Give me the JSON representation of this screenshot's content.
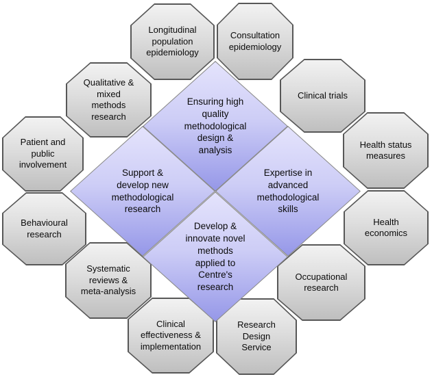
{
  "diagram": {
    "octagons": [
      {
        "label": "Longitudinal\npopulation\nepidemiology"
      },
      {
        "label": "Consultation\nepidemiology"
      },
      {
        "label": "Qualitative &\nmixed\nmethods\nresearch"
      },
      {
        "label": "Clinical trials"
      },
      {
        "label": "Patient and\npublic\ninvolvement"
      },
      {
        "label": "Health status\nmeasures"
      },
      {
        "label": "Behavioural\nresearch"
      },
      {
        "label": "Health\neconomics"
      },
      {
        "label": "Systematic\nreviews &\nmeta-analysis"
      },
      {
        "label": "Occupational\nresearch"
      },
      {
        "label": "Clinical\neffectiveness &\nimplementation"
      },
      {
        "label": "Research\nDesign\nService"
      }
    ],
    "diamonds": [
      {
        "label": "Ensuring high\nquality\nmethodological\ndesign &\nanalysis"
      },
      {
        "label": "Support &\ndevelop new\nmethodological\nresearch"
      },
      {
        "label": "Expertise in\nadvanced\nmethodological\nskills"
      },
      {
        "label": "Develop &\ninnovate novel\nmethods\napplied to\nCentre's\nresearch"
      }
    ],
    "colors": {
      "background": "#ffffff",
      "octagon_border": "#575757",
      "octagon_fill_top": "#f2f2f2",
      "octagon_fill_bottom": "#bfbfbf",
      "diamond_border": "#8b8b8b",
      "diamond_fill_top": "#e4e3fc",
      "diamond_fill_bottom": "#9597e8",
      "text": "#0a0a0a"
    }
  }
}
